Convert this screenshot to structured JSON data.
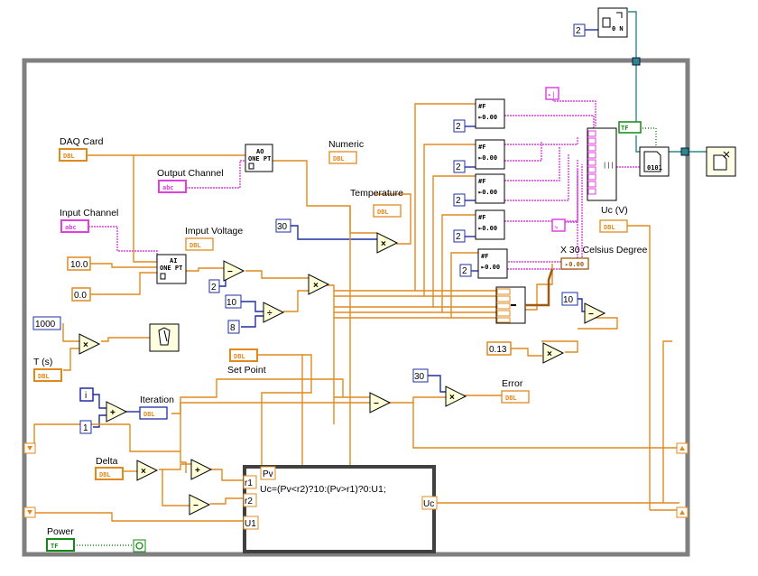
{
  "labels": {
    "daq_card": "DAQ Card",
    "output_channel": "Output Channel",
    "input_channel": "Input Channel",
    "input_voltage": "Imput Voltage",
    "numeric": "Numeric",
    "temperature": "Temperature",
    "x30": "X  30 Celsius Degree",
    "uc": "Uc  (V)",
    "ts": "T (s)",
    "set_point": "Set Point",
    "iteration": "Iteration",
    "error": "Error",
    "delta": "Delta",
    "power": "Power"
  },
  "types": {
    "dbl": "DBL",
    "abc": "abc",
    "tf": "TF",
    "fi": "F"
  },
  "constants": {
    "c2_top": "2",
    "c30a": "30",
    "c10_0": "10.0",
    "c0_0": "0.0",
    "c1000": "1000",
    "c2_mid": "2",
    "c10": "10",
    "c8": "8",
    "c2_f1": "2",
    "c2_f2": "2",
    "c2_f3": "2",
    "c2_f4": "2",
    "c2_f5": "2",
    "c10r": "10",
    "c0_13": "0.13",
    "c30b": "30",
    "ci": "i",
    "c1": "1"
  },
  "formula": {
    "inputs": [
      "Pv",
      "r1",
      "r2",
      "U1"
    ],
    "output": "Uc",
    "expression": "Uc=(Pv<r2)?10:(Pv>r1)?0:U1;"
  },
  "icons": {
    "daq_out": "AO ONE PT",
    "daq_in": "AI ONE PT",
    "chart": "waveform-chart-icon",
    "write_file": "write-to-file-icon",
    "open_file": "open-file-icon",
    "close_file": "close-file-icon",
    "build_array": "build-array-icon",
    "concat_strings": "concatenate-strings-icon",
    "format_value": "format-into-string-icon",
    "number_to_fraction": "number-to-fractional-string-icon",
    "multiply": "multiply-icon",
    "subtract": "subtract-icon",
    "add": "add-icon",
    "divide": "divide-icon",
    "increment": "increment-icon",
    "shift_register": "shift-register-icon",
    "stop": "loop-condition-icon"
  },
  "colors": {
    "wire_dbl": "#e08a1e",
    "wire_string": "#e040e0",
    "wire_bool": "#138a13",
    "wire_int": "#1f2fa0",
    "wire_ref": "#2a8a8a",
    "loop": "#808080"
  }
}
